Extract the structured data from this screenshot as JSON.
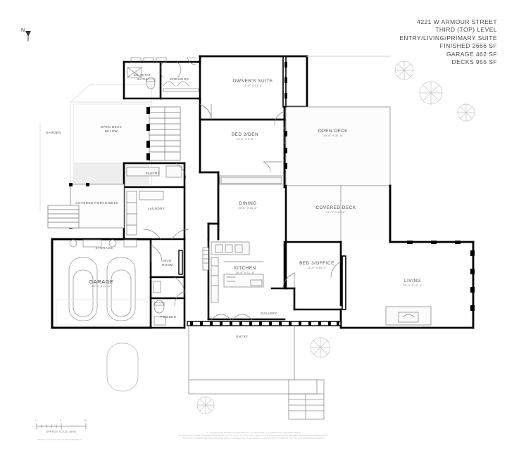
{
  "header": {
    "lines": [
      "4221 W ARMOUR STREET",
      "THIRD (TOP) LEVEL",
      "ENTRY/LIVING/PRIMARY SUITE",
      "FINISHED 2666  SF",
      "GARAGE 462 SF",
      "DECKS 955 SF"
    ]
  },
  "compass": {
    "label": "N"
  },
  "rooms": [
    {
      "name": "OWNER'S SUITE",
      "dim": "18'-6\" X 13'-0\""
    },
    {
      "name": "EN SUITE\nBATH",
      "dim": ""
    },
    {
      "name": "DRESSING",
      "dim": ""
    },
    {
      "name": "BED 2/DEN",
      "dim": "13'-6\" X 9'-8\""
    },
    {
      "name": "OPEN  DECK",
      "dim": "19'-8\" X 20'-6\""
    },
    {
      "name": "COVERED DECK",
      "dim": "21'-9\" X 12'-8\""
    },
    {
      "name": "DINING",
      "dim": "15'-6\" X 16'-6\""
    },
    {
      "name": "KITCHEN",
      "dim": "15'-6\" X 11'-6\""
    },
    {
      "name": "BED 3/OFFICE",
      "dim": "11'-0\" X 15'-0\""
    },
    {
      "name": "LIVING",
      "dim": "26'-0\" X 15'-6\""
    },
    {
      "name": "GARAGE",
      "dim": "21'-0\" X 21'-0\""
    },
    {
      "name": "GARDEN",
      "dim": ""
    },
    {
      "name": "OPEN DECK\nBELOW",
      "dim": ""
    },
    {
      "name": "PANTRY",
      "dim": ""
    },
    {
      "name": "LAUNDRY",
      "dim": ""
    },
    {
      "name": "COVERED PORCH/DECK",
      "dim": ""
    },
    {
      "name": "STORAGE",
      "dim": ""
    },
    {
      "name": "MUD\nROOM",
      "dim": ""
    },
    {
      "name": "POWDER",
      "dim": ""
    },
    {
      "name": "GALLERY",
      "dim": ""
    },
    {
      "name": "ENTRY",
      "dim": ""
    }
  ],
  "scale_bar": {
    "label": "APPROX SCALE (feet)",
    "ticks": [
      "0",
      "5",
      "10"
    ]
  },
  "disclaimer": [
    "ALL INFORMATION DEEMED RELIABLE BUT NOT GUARANTEED.  ALL DIMENSIONS ARE APPROXIMATE.",
    "BUYER SHOULD VERIFY SQUARE FOOTAGE AND LAYOUT PRIOR TO PURCHASE.  SQUARE FOOTAGE CALCULATIONS ARE MEASURED FROM EXTERIOR WALLS.",
    "PLAN IS NOT AN ARCHITECTURAL DRAWING AND IS INTENDED ONLY FOR GENERAL ILLUSTRATION OF PROPERTY LAYOUT AND ROOM RELATIONSHIPS."
  ],
  "colors": {
    "wall": "#000000",
    "thin": "#8a8a8a",
    "faint": "#c9c9c9",
    "text": "#4d4d4d",
    "deck_fill": "#fafafa"
  }
}
